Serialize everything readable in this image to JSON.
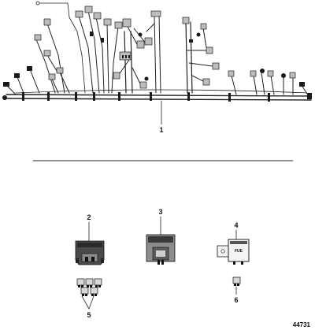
{
  "callouts": {
    "c1": "1",
    "c2": "2",
    "c3": "3",
    "c4": "4",
    "c5": "5",
    "c6": "6"
  },
  "relay_label": "FUE",
  "figure_number": "44731"
}
